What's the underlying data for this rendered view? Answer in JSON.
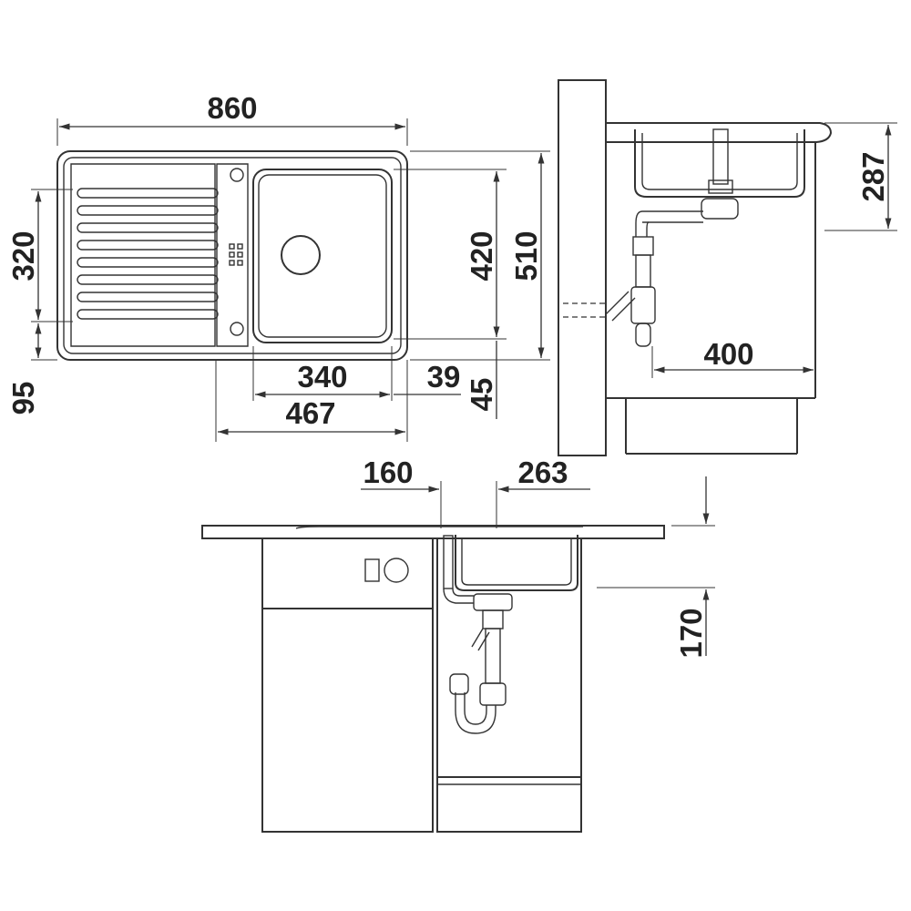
{
  "colors": {
    "line": "#333333",
    "text": "#222222",
    "background": "#ffffff"
  },
  "top_view": {
    "overall_width": "860",
    "drainer_depth": "320",
    "front_offset": "95",
    "bowl_width": "340",
    "right_rim": "39",
    "bowl_depth": "420",
    "overall_depth": "510",
    "bottom_offset": "45",
    "bowl_section_width": "467"
  },
  "side_view": {
    "bowl_height": "287",
    "waste_offset": "400"
  },
  "front_view": {
    "left_offset": "160",
    "bowl_center": "263",
    "depth_under_worktop": "170"
  }
}
